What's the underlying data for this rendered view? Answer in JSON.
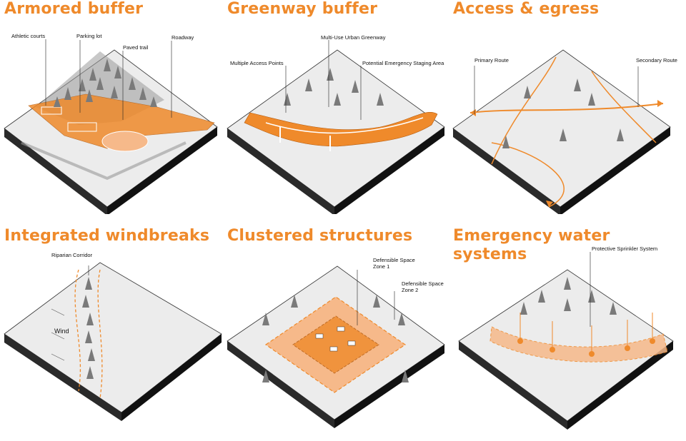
{
  "colors": {
    "accent": "#ef8a2b",
    "accent_light": "#f6b98a",
    "ground": "#ececec",
    "side_dark": "#1b1b1b",
    "tree": "#7a7a7a"
  },
  "panels": [
    {
      "title": "Armored buffer",
      "labels": [
        "Athletic courts",
        "Parking lot",
        "Paved trail",
        "Roadway"
      ]
    },
    {
      "title": "Greenway buffer",
      "labels": [
        "Multi-Use Urban Greenway",
        "Multiple Access Points",
        "Potential Emergency Staging Area"
      ]
    },
    {
      "title": "Access & egress",
      "labels": [
        "Primary Route",
        "Secondary Route"
      ]
    },
    {
      "title": "Integrated windbreaks",
      "labels": [
        "Riparian Corridor",
        "Wind"
      ]
    },
    {
      "title": "Clustered structures",
      "labels": [
        "Defensible Space\nZone 1",
        "Defensible Space\nZone 2"
      ]
    },
    {
      "title": "Emergency water\nsystems",
      "labels": [
        "Protective Sprinkler System"
      ]
    }
  ]
}
